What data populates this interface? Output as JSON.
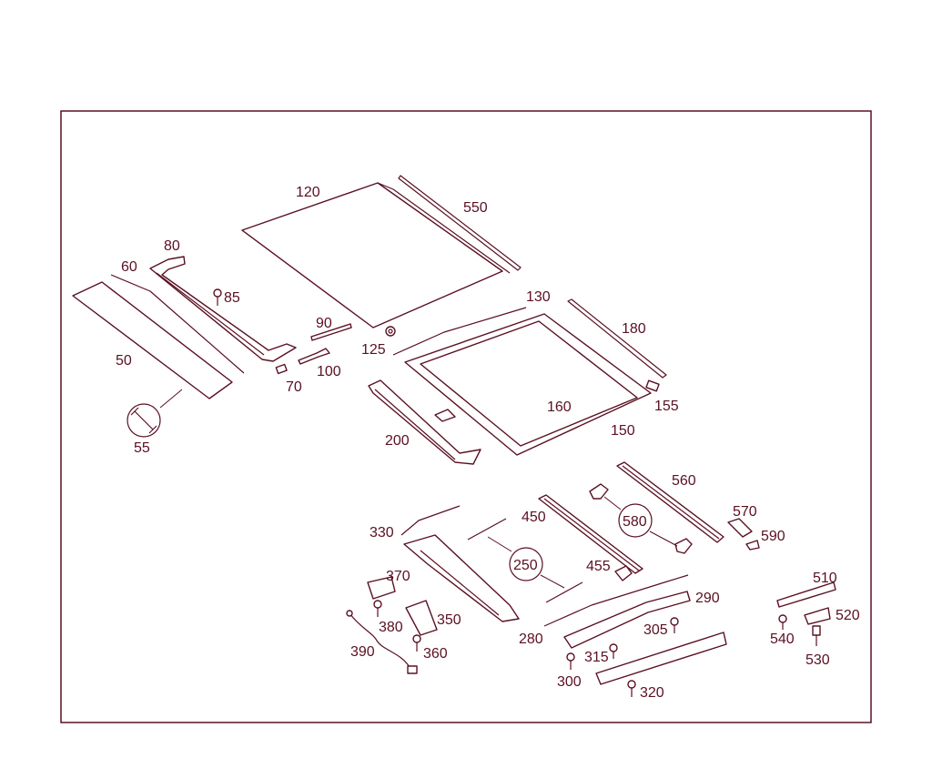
{
  "diagram": {
    "callouts": {
      "c50": "50",
      "c55": "55",
      "c60": "60",
      "c70": "70",
      "c80": "80",
      "c85": "85",
      "c90": "90",
      "c100": "100",
      "c120": "120",
      "c125": "125",
      "c130": "130",
      "c150": "150",
      "c155": "155",
      "c160": "160",
      "c180": "180",
      "c200": "200",
      "c250": "250",
      "c280": "280",
      "c290": "290",
      "c300": "300",
      "c305": "305",
      "c315": "315",
      "c320": "320",
      "c330": "330",
      "c350": "350",
      "c360": "360",
      "c370": "370",
      "c380": "380",
      "c390": "390",
      "c450": "450",
      "c455": "455",
      "c510": "510",
      "c520": "520",
      "c530": "530",
      "c540": "540",
      "c550": "550",
      "c560": "560",
      "c570": "570",
      "c580": "580",
      "c590": "590"
    },
    "colors": {
      "line": "#5a1022",
      "frame": "#5a1022",
      "background": "#ffffff"
    }
  }
}
